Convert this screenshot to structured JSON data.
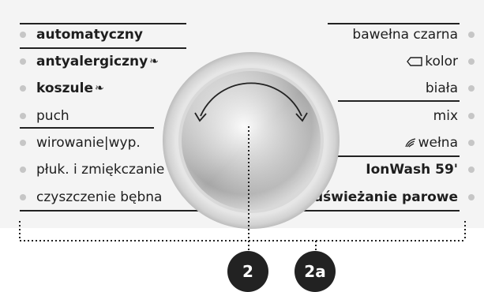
{
  "programs_left": [
    {
      "label": "automatyczny",
      "bold": true,
      "icon": ""
    },
    {
      "label": "antyalergiczny",
      "bold": true,
      "icon": "steam-icon"
    },
    {
      "label": "koszule",
      "bold": true,
      "icon": "steam-icon"
    },
    {
      "label": "puch",
      "bold": false,
      "icon": ""
    },
    {
      "label": "wirowanie|wyp.",
      "bold": false,
      "icon": ""
    },
    {
      "label": "płuk. i zmiękczanie",
      "bold": false,
      "icon": ""
    },
    {
      "label": "czyszczenie bębna",
      "bold": false,
      "icon": ""
    }
  ],
  "programs_right": [
    {
      "label": "bawełna czarna",
      "bold": false,
      "icon": ""
    },
    {
      "label": "kolor",
      "bold": false,
      "icon": "color-tag-icon"
    },
    {
      "label": "biała",
      "bold": false,
      "icon": ""
    },
    {
      "label": "mix",
      "bold": false,
      "icon": ""
    },
    {
      "label": "wełna",
      "bold": false,
      "icon": "wool-icon"
    },
    {
      "label": "IonWash 59'",
      "bold": true,
      "icon": ""
    },
    {
      "label": "odświeżanie parowe",
      "bold": true,
      "icon": "steam-icon"
    }
  ],
  "callouts": {
    "dial": "2",
    "program_list": "2a"
  },
  "colors": {
    "panel": "#f4f4f4",
    "text": "#1e1e1e",
    "dot": "#c6c6c6",
    "badge": "#222222"
  }
}
